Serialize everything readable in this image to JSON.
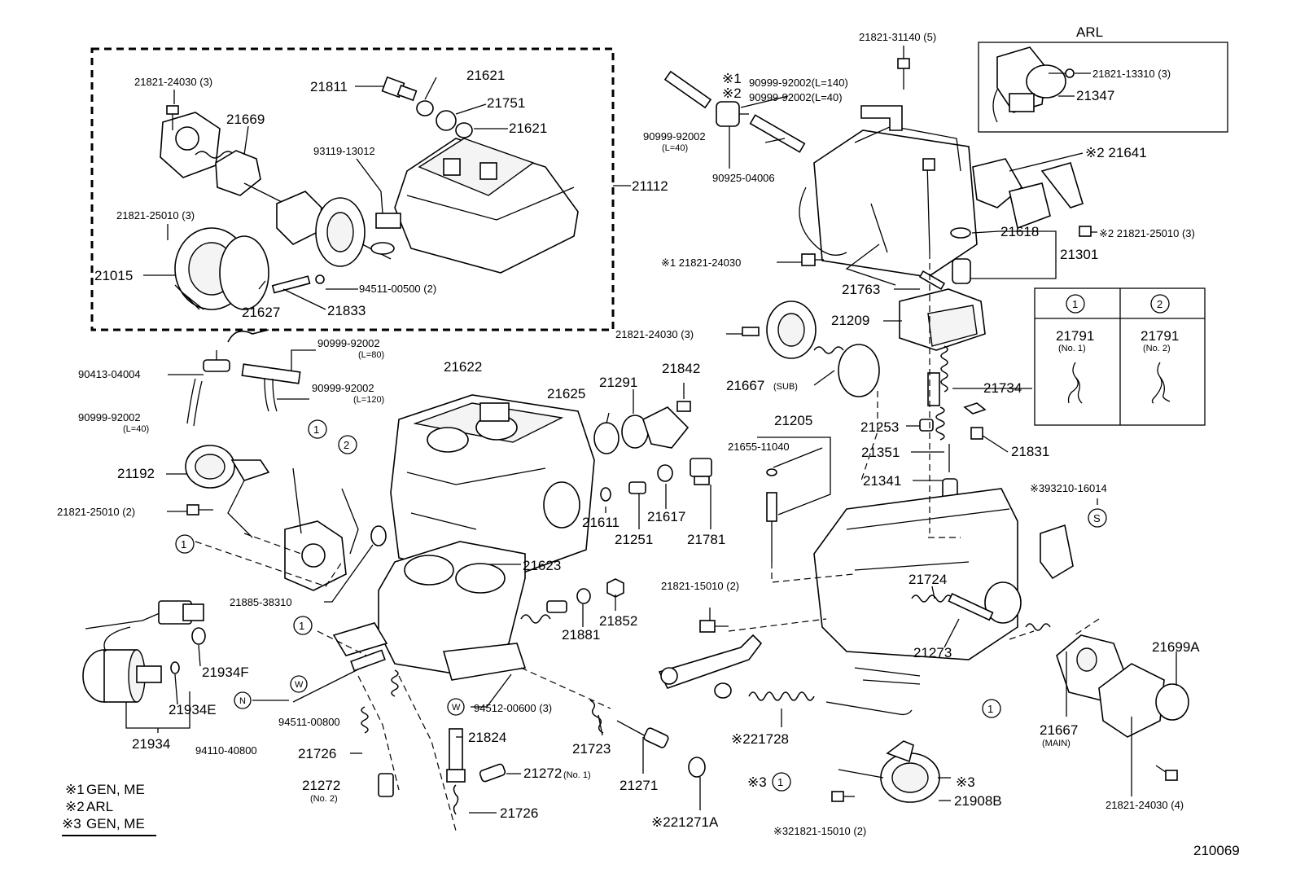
{
  "figure_id": "210069",
  "legend_title": "ARL",
  "notes": [
    {
      "mark": "※1",
      "text": "GEN, ME"
    },
    {
      "mark": "※2",
      "text": "ARL"
    },
    {
      "mark": "※3",
      "text": "GEN, ME"
    }
  ],
  "variant_table": {
    "columns": [
      {
        "header": "①",
        "part": "21791",
        "sub": "(No. 1)"
      },
      {
        "header": "②",
        "part": "21791",
        "sub": "(No. 2)"
      }
    ]
  },
  "labels": {
    "p21821_24030_3a": "21821-24030 (3)",
    "p21811": "21811",
    "p21621a": "21621",
    "p21751": "21751",
    "p21621b": "21621",
    "p21669": "21669",
    "p93119": "93119-13012",
    "p21112": "21112",
    "p21821_25010_3a": "21821-25010 (3)",
    "p21015": "21015",
    "p94511_00500": "94511-00500 (2)",
    "p21627": "21627",
    "p21833": "21833",
    "p21821_31140": "21821-31140 (5)",
    "p90999_140": "90999-92002(L=140)",
    "p90999_40b": "90999-92002(L=40)",
    "mk1": "※1",
    "mk2": "※2",
    "p90999_40a": "90999-92002",
    "p90999_40a_sub": "(L=40)",
    "p90925": "90925-04006",
    "p21821_13310": "21821-13310 (3)",
    "p21347": "21347",
    "p21641": "※2 21641",
    "p21821_25010_3b": "※2 21821-25010 (3)",
    "p21618": "21618",
    "p21301": "21301",
    "p21821_24030_m1": "※1 21821-24030",
    "p21763": "21763",
    "p21209": "21209",
    "p21821_24030_3b": "21821-24030 (3)",
    "p21667sub": "21667",
    "p21667sub_sub": "(SUB)",
    "p21734": "21734",
    "p90413": "90413-04004",
    "p90999_80": "90999-92002",
    "p90999_80_sub": "(L=80)",
    "p90999_120": "90999-92002",
    "p90999_120_sub": "(L=120)",
    "p90999_40c": "90999-92002",
    "p90999_40c_sub": "(L=40)",
    "p21622": "21622",
    "p21625": "21625",
    "p21291": "21291",
    "p21842": "21842",
    "p21205": "21205",
    "p21655": "21655-11040",
    "p21253": "21253",
    "p21831": "21831",
    "p21351": "21351",
    "p21341": "21341",
    "p93210": "※393210-16014",
    "p21192": "21192",
    "p21821_25010_2": "21821-25010 (2)",
    "p21611": "21611",
    "p21251": "21251",
    "p21617": "21617",
    "p21781": "21781",
    "p21623": "21623",
    "p21885": "21885-38310",
    "p21881": "21881",
    "p21852": "21852",
    "p21821_15010_2a": "21821-15010 (2)",
    "p21724": "21724",
    "p21273": "21273",
    "p21699a": "21699A",
    "p21934f": "21934F",
    "p21934e": "21934E",
    "p21934": "21934",
    "p94511_00800": "94511-00800",
    "p94110": "94110-40800",
    "p94512": "94512-00600 (3)",
    "p21723": "21723",
    "p21824": "21824",
    "p21726a": "21726",
    "p21272n2": "21272",
    "p21272n2_sub": "(No. 2)",
    "p21272n1": "21272",
    "p21272n1_sub": "(No. 1)",
    "p21726b": "21726",
    "p21271": "21271",
    "p21271a": "※221271A",
    "p21728": "※221728",
    "p21667main": "21667",
    "p21667main_sub": "(MAIN)",
    "p21908b": "21908B",
    "mk3a": "※3",
    "mk3b": "※3",
    "p21821_15010_2b": "※321821-15010 (2)",
    "p21821_24030_4": "21821-24030 (4)",
    "c1": "1",
    "c2": "2",
    "cW": "W",
    "cN": "N",
    "cS": "S"
  }
}
